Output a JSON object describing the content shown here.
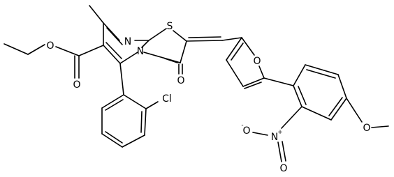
{
  "atoms": {
    "n_pyrimidine": "N",
    "s_thiazole": "S",
    "n_ring_fusion": "N",
    "o_keto": "O",
    "o_furan": "O",
    "o_ester_carbonyl": "O",
    "o_ester_ether": "O",
    "cl_aryl": "Cl",
    "o_methoxy": "O",
    "n_nitro": "N",
    "n_nitro_charge": "+",
    "o_nitro_top": "O",
    "o_nitro_top_charge": "-",
    "o_nitro_bottom": "O"
  }
}
